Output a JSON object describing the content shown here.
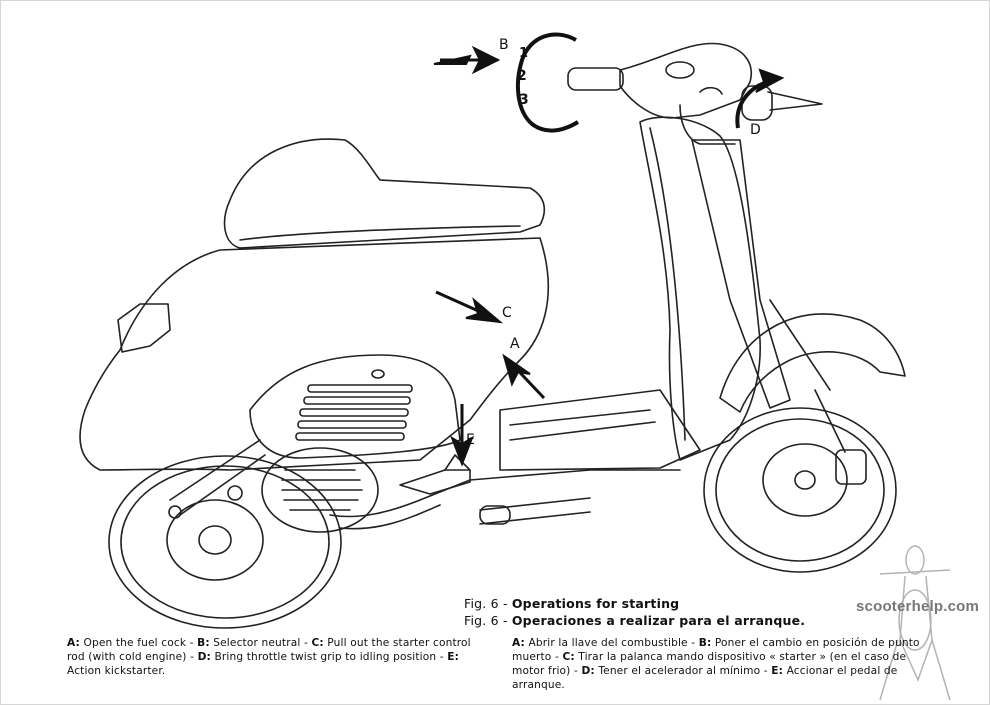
{
  "labels": {
    "a": "A",
    "b": "B",
    "c": "C",
    "d": "D",
    "e": "E"
  },
  "selector_marks": {
    "one": "1",
    "two": "2",
    "three": "3"
  },
  "figure": {
    "en_prefix": "Fig. 6 - ",
    "en_title": "Operations for starting",
    "es_prefix": "Fig. 6 - ",
    "es_title": "Operaciones a realizar para el arranque."
  },
  "caption_en": {
    "a_key": "A:",
    "a_text": " Open the fuel cock - ",
    "b_key": "B:",
    "b_text": " Selector neutral - ",
    "c_key": "C:",
    "c_text": " Pull out the starter control rod (with cold engine) - ",
    "d_key": "D:",
    "d_text": " Bring throttle twist grip to idling position - ",
    "e_key": "E:",
    "e_text": " Action kickstarter."
  },
  "caption_es": {
    "a_key": "A:",
    "a_text": " Abrir la llave del combustible - ",
    "b_key": "B:",
    "b_text": " Poner el cambio en posición de punto muerto - ",
    "c_key": "C:",
    "c_text": " Tirar la palanca mando dispositivo « starter » (en el caso de motor frio) - ",
    "d_key": "D:",
    "d_text": " Tener el acelerador al mínimo - ",
    "e_key": "E:",
    "e_text": " Accionar el pedal de arranque."
  },
  "watermark": {
    "text": "scooterhelp.com"
  },
  "colors": {
    "ink": "#222222",
    "watermark": "#8a8a8a"
  }
}
